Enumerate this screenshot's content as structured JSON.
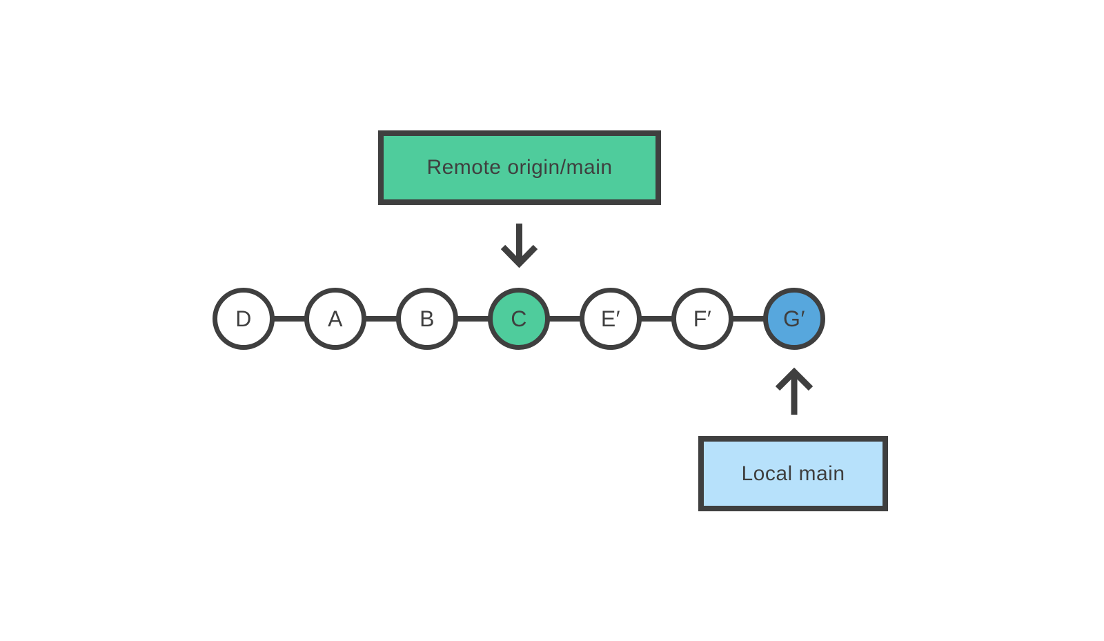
{
  "canvas": {
    "background": "#ffffff",
    "stroke": "#3f3f3f"
  },
  "remote_branch": {
    "label": "Remote origin/main",
    "fill": "#4fcc9c"
  },
  "local_branch": {
    "label": "Local main",
    "box_fill": "#b7e1fb",
    "node_fill": "#57a7dd"
  },
  "commits": [
    {
      "label": "D",
      "fill": "#ffffff"
    },
    {
      "label": "A",
      "fill": "#ffffff"
    },
    {
      "label": "B",
      "fill": "#ffffff"
    },
    {
      "label": "C",
      "fill": "#4fcc9c"
    },
    {
      "label": "E′",
      "fill": "#ffffff"
    },
    {
      "label": "F′",
      "fill": "#ffffff"
    },
    {
      "label": "G′",
      "fill": "#57a7dd"
    }
  ],
  "icons": {
    "down_arrow": "arrow-down",
    "up_arrow": "arrow-up"
  }
}
